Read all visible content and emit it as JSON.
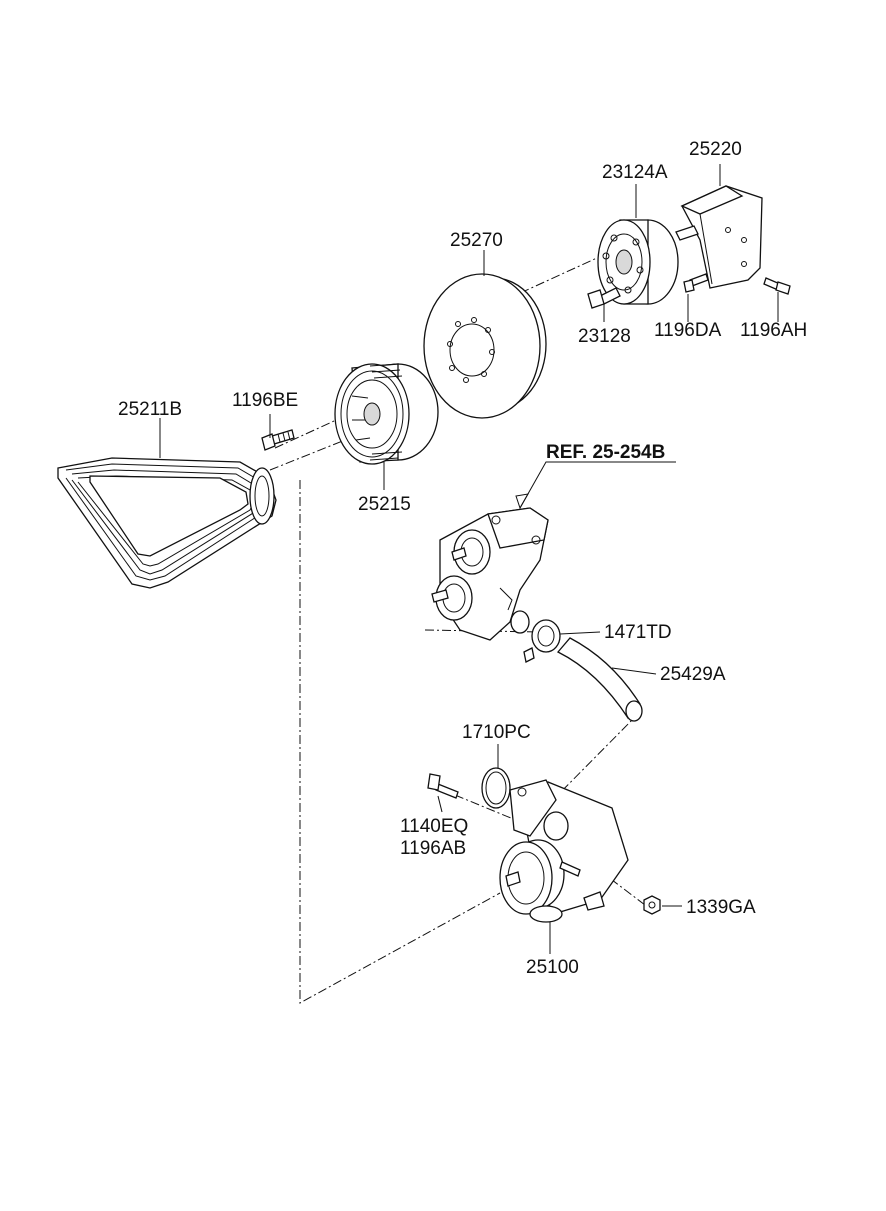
{
  "labels": {
    "p25220": "25220",
    "p23124A": "23124A",
    "p25270": "25270",
    "p23128": "23128",
    "p1196DA": "1196DA",
    "p1196AH": "1196AH",
    "p1196BE": "1196BE",
    "p25211B": "25211B",
    "p25215": "25215",
    "ref": "REF. 25-254B",
    "p1471TD": "1471TD",
    "p25429A": "25429A",
    "p1710PC": "1710PC",
    "p1140EQ": "1140EQ",
    "p1196AB": "1196AB",
    "p1339GA": "1339GA",
    "p25100": "25100"
  }
}
